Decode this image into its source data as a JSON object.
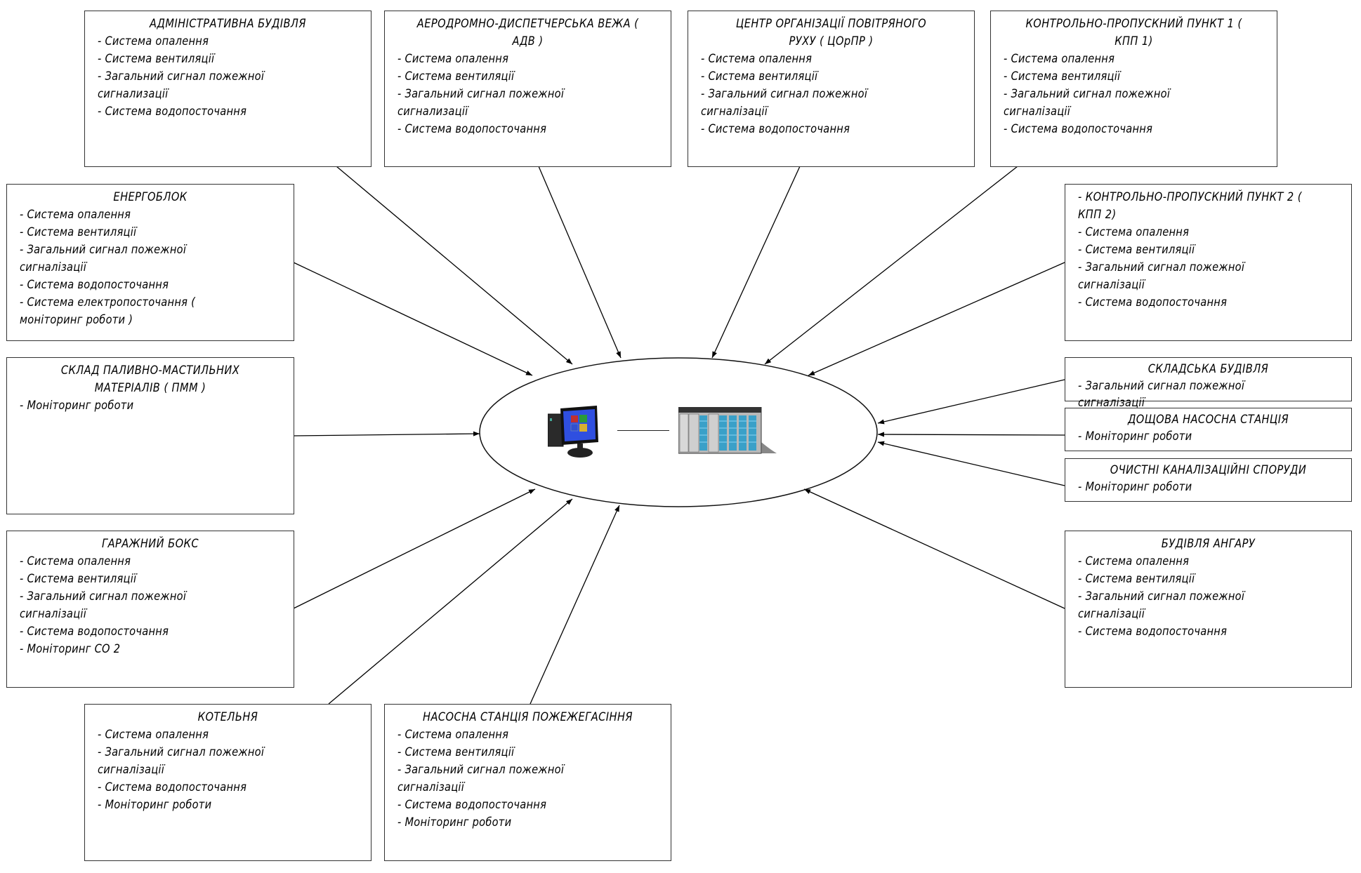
{
  "diagram": {
    "type": "hub-and-spoke",
    "hub": {
      "label": "",
      "components": [
        "workstation-pc",
        "plc-controller"
      ]
    },
    "nodes": [
      {
        "id": "admin",
        "title": "АДМІНІСТРАТИВНА БУДІВЛЯ",
        "items": [
          "- Система опалення",
          "- Система вентиляції",
          "- Загальний сигнал пожежної сигнализації",
          "- Система водопосточання"
        ]
      },
      {
        "id": "adv",
        "title": "АЕРОДРОМНО-ДИСПЕТЧЕРСЬКА ВЕЖА ( АДВ )",
        "items": [
          "- Система опалення",
          "- Система вентиляції",
          "- Загальний сигнал пожежної сигнализації",
          "- Система водопосточання"
        ]
      },
      {
        "id": "corp",
        "title": "ЦЕНТР ОРГАНІЗАЦІЇ ПОВІТРЯНОГО РУХУ ( ЦОрПР )",
        "items": [
          "- Система опалення",
          "- Система вентиляції",
          "- Загальний сигнал пожежної сигналізації",
          "- Система водопосточання"
        ]
      },
      {
        "id": "kpp1",
        "title": "КОНТРОЛЬНО-ПРОПУСКНИЙ ПУНКТ 1 ( КПП 1)",
        "items": [
          "- Система опалення",
          "- Система вентиляції",
          "- Загальний сигнал пожежної сигналізації",
          "- Система водопосточання"
        ]
      },
      {
        "id": "energo",
        "title": "ЕНЕРГОБЛОК",
        "items": [
          "- Система опалення",
          "- Система вентиляції",
          "- Загальний сигнал пожежної сигналізації",
          "- Система водопосточання",
          "- Система електропосточання ( моніторинг роботи )"
        ]
      },
      {
        "id": "kpp2",
        "title": "- КОНТРОЛЬНО-ПРОПУСКНИЙ ПУНКТ 2 ( КПП 2)",
        "items": [
          "- Система опалення",
          "- Система вентиляції",
          "- Загальний сигнал пожежної сигналізації",
          "- Система водопосточання"
        ]
      },
      {
        "id": "pmm",
        "title": "СКЛАД ПАЛИВНО-МАСТИЛЬНИХ МАТЕРІАЛІВ ( ПММ )",
        "items": [
          "- Моніторинг роботи"
        ]
      },
      {
        "id": "sklad",
        "title": "СКЛАДСЬКА БУДІВЛЯ",
        "items": [
          "- Загальний сигнал пожежної сигналізації"
        ]
      },
      {
        "id": "doshch",
        "title": "ДОЩОВА НАСОСНА СТАНЦІЯ",
        "items": [
          "- Моніторинг роботи"
        ]
      },
      {
        "id": "ochysni",
        "title": "ОЧИСТНІ КАНАЛІЗАЦІЙНІ СПОРУДИ",
        "items": [
          "- Моніторинг роботи"
        ]
      },
      {
        "id": "garage",
        "title": "ГАРАЖНИЙ БОКС",
        "items": [
          "- Система опалення",
          "- Система вентиляції",
          "- Загальний сигнал пожежної сигналізації",
          "- Система водопосточання",
          "- Моніторинг СО 2"
        ]
      },
      {
        "id": "hangar",
        "title": "БУДІВЛЯ АНГАРУ",
        "items": [
          "- Система опалення",
          "- Система вентиляції",
          "- Загальний сигнал пожежної сигналізації",
          "- Система водопосточання"
        ]
      },
      {
        "id": "kotel",
        "title": "КОТЕЛЬНЯ",
        "items": [
          "- Система опалення",
          "- Загальний сигнал пожежної сигналізації",
          "- Система водопосточання",
          "- Моніторинг роботи"
        ]
      },
      {
        "id": "nasos",
        "title": "НАСОСНА СТАНЦІЯ ПОЖЕЖЕГАСІННЯ",
        "items": [
          "- Система опалення",
          "- Система вентиляції",
          "- Загальний сигнал пожежної сигналізації",
          "- Система водопосточання",
          "- Моніторинг роботи"
        ]
      }
    ],
    "edges": [
      {
        "from": "admin",
        "to": "hub"
      },
      {
        "from": "adv",
        "to": "hub"
      },
      {
        "from": "corp",
        "to": "hub"
      },
      {
        "from": "kpp1",
        "to": "hub"
      },
      {
        "from": "energo",
        "to": "hub"
      },
      {
        "from": "kpp2",
        "to": "hub"
      },
      {
        "from": "pmm",
        "to": "hub"
      },
      {
        "from": "sklad",
        "to": "hub"
      },
      {
        "from": "doshch",
        "to": "hub"
      },
      {
        "from": "ochysni",
        "to": "hub"
      },
      {
        "from": "garage",
        "to": "hub"
      },
      {
        "from": "hangar",
        "to": "hub"
      },
      {
        "from": "kotel",
        "to": "hub"
      },
      {
        "from": "nasos",
        "to": "hub"
      }
    ],
    "colors": {
      "line": "#000000",
      "box_border": "#333333",
      "background": "#ffffff"
    }
  }
}
